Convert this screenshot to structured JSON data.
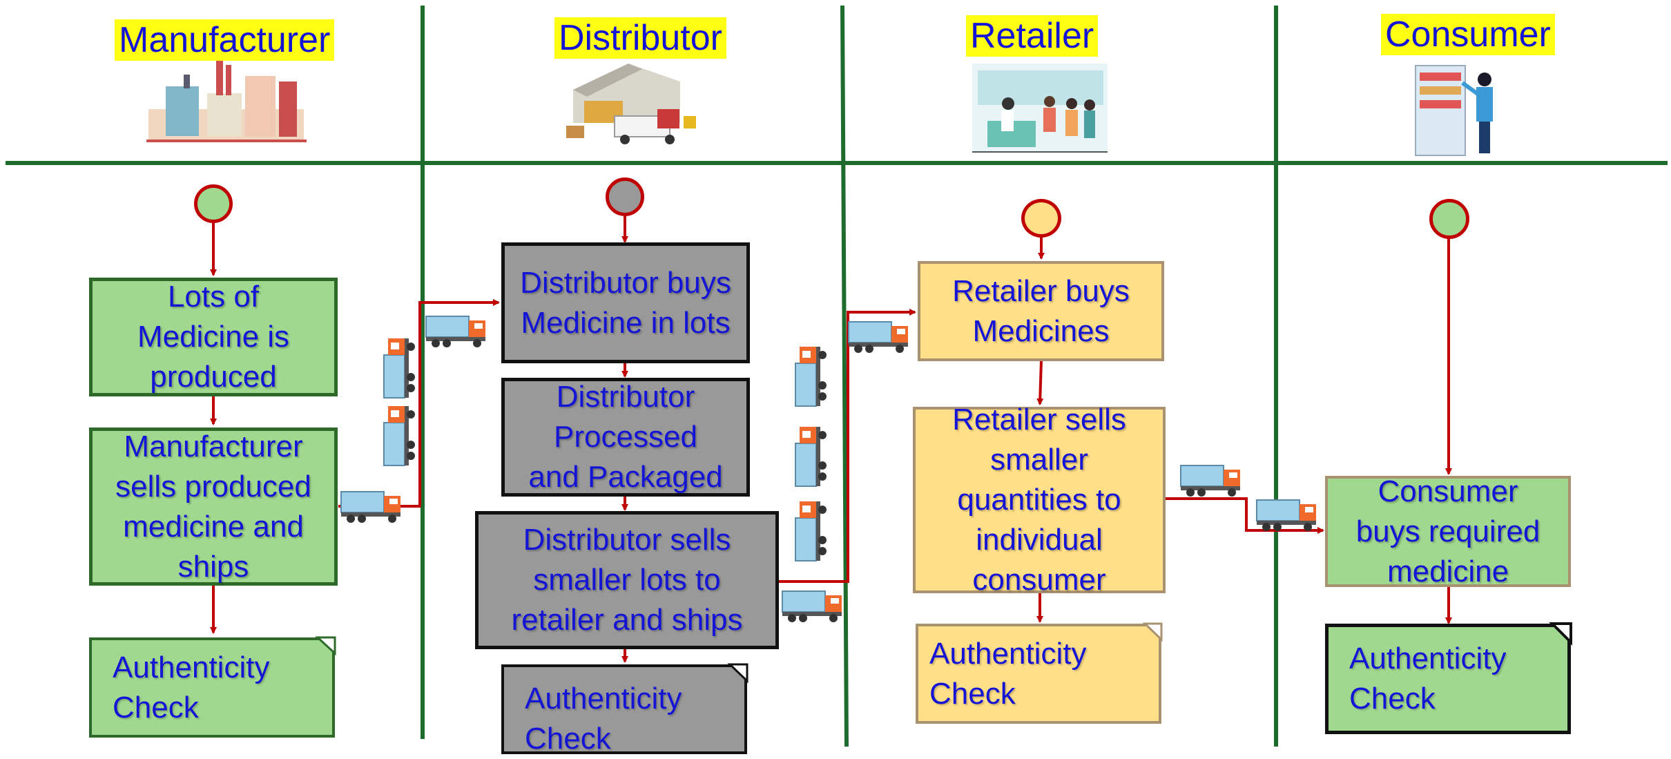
{
  "lanes": [
    {
      "title": "Manufacturer",
      "icon": "factory-icon"
    },
    {
      "title": "Distributor",
      "icon": "warehouse-icon"
    },
    {
      "title": "Retailer",
      "icon": "pharmacy-store-icon"
    },
    {
      "title": "Consumer",
      "icon": "shopper-icon"
    }
  ],
  "manufacturer": {
    "step1": "Lots of Medicine is produced",
    "step2": "Manufacturer sells produced medicine and ships",
    "check": "Authenticity Check"
  },
  "distributor": {
    "step1": "Distributor buys Medicine in lots",
    "step2": "Distributor Processed and Packaged",
    "step3": "Distributor sells smaller lots to retailer and ships",
    "check": "Authenticity Check"
  },
  "retailer": {
    "step1": "Retailer buys Medicines",
    "step2": "Retailer sells smaller quantities to individual consumer",
    "check": "Authenticity Check"
  },
  "consumer": {
    "step1": "Consumer buys required medicine",
    "check": "Authenticity Check"
  },
  "colors": {
    "lane_line": "#1e6b2e",
    "arrow": "#c00000",
    "text": "#1414d6",
    "highlight": "#ffff14",
    "green_box": "#a0d890",
    "gray_box": "#999999",
    "yellow_box": "#ffdf88"
  },
  "icons": [
    "truck-icon"
  ]
}
